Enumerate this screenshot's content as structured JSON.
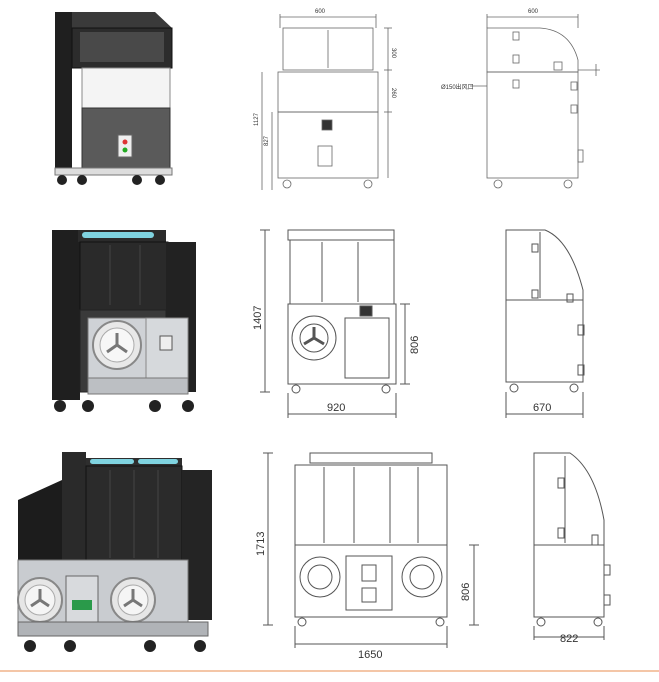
{
  "rows": [
    {
      "id": "row1",
      "dims": {
        "width_top": "600",
        "side_top": "600",
        "h_upper": "300",
        "h_mid": "260",
        "h_total": "1127",
        "h_lower": "827",
        "outlet": "Ø150出风口"
      }
    },
    {
      "id": "row2",
      "dims": {
        "height": "1407",
        "height_lower": "806",
        "width": "920",
        "depth": "670"
      }
    },
    {
      "id": "row3",
      "dims": {
        "height": "1713",
        "height_lower": "806",
        "width": "1650",
        "depth": "822"
      }
    }
  ],
  "colors": {
    "machine_dark": "#2a2a2a",
    "machine_grey": "#c8cbcf",
    "accent_cyan": "#7fd3e0",
    "line": "#555555",
    "footer_rule": "#f0b48a"
  }
}
